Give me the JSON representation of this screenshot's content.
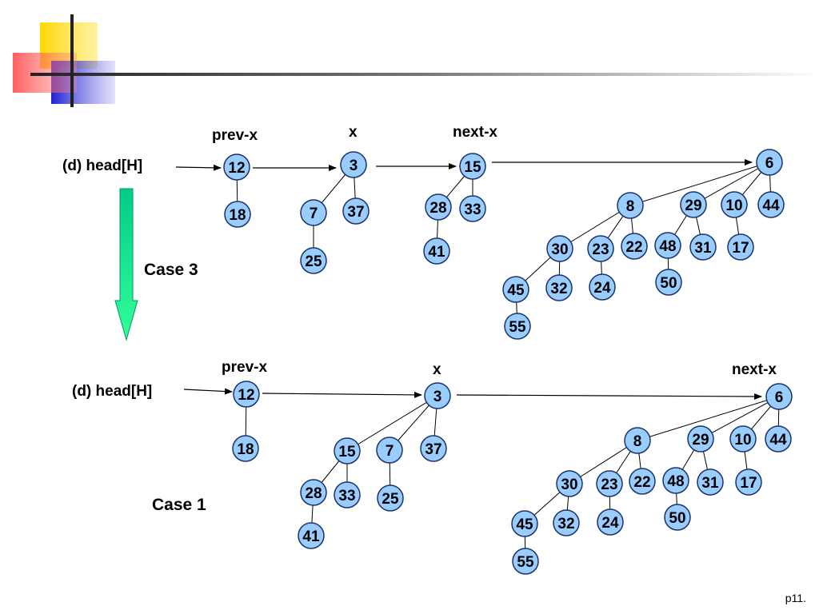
{
  "page_number": "p11.",
  "case3_label": "Case 3",
  "case1_label": "Case 1",
  "colors": {
    "node_fill": "#99ccff",
    "node_stroke": "#1a3366",
    "arrow": "#000000",
    "big_arrow_top": "#00cc88",
    "big_arrow_bottom": "#33ff99"
  },
  "panels": [
    {
      "head_label": "(d) head[H]",
      "labels": {
        "prev": "prev-x",
        "x": "x",
        "next": "next-x"
      },
      "roots": [
        "12",
        "3",
        "15",
        "6"
      ],
      "trees": [
        {
          "key": "12",
          "children": [
            {
              "key": "18",
              "children": []
            }
          ]
        },
        {
          "key": "3",
          "children": [
            {
              "key": "7",
              "children": [
                {
                  "key": "25",
                  "children": []
                }
              ]
            },
            {
              "key": "37",
              "children": []
            }
          ]
        },
        {
          "key": "15",
          "children": [
            {
              "key": "28",
              "children": [
                {
                  "key": "41",
                  "children": []
                }
              ]
            },
            {
              "key": "33",
              "children": []
            }
          ]
        },
        {
          "key": "6",
          "children": [
            {
              "key": "8",
              "children": [
                {
                  "key": "30",
                  "children": [
                    {
                      "key": "45",
                      "children": [
                        {
                          "key": "55",
                          "children": []
                        }
                      ]
                    },
                    {
                      "key": "32",
                      "children": []
                    }
                  ]
                },
                {
                  "key": "23",
                  "children": [
                    {
                      "key": "24",
                      "children": []
                    }
                  ]
                },
                {
                  "key": "22",
                  "children": []
                }
              ]
            },
            {
              "key": "29",
              "children": [
                {
                  "key": "48",
                  "children": [
                    {
                      "key": "50",
                      "children": []
                    }
                  ]
                },
                {
                  "key": "31",
                  "children": []
                }
              ]
            },
            {
              "key": "10",
              "children": [
                {
                  "key": "17",
                  "children": []
                }
              ]
            },
            {
              "key": "44",
              "children": []
            }
          ]
        }
      ]
    },
    {
      "head_label": "(d) head[H]",
      "labels": {
        "prev": "prev-x",
        "x": "x",
        "next": "next-x"
      },
      "roots": [
        "12",
        "3",
        "6"
      ],
      "trees": [
        {
          "key": "12",
          "children": [
            {
              "key": "18",
              "children": []
            }
          ]
        },
        {
          "key": "3",
          "children": [
            {
              "key": "15",
              "children": [
                {
                  "key": "28",
                  "children": [
                    {
                      "key": "41",
                      "children": []
                    }
                  ]
                },
                {
                  "key": "33",
                  "children": []
                }
              ]
            },
            {
              "key": "7",
              "children": [
                {
                  "key": "25",
                  "children": []
                }
              ]
            },
            {
              "key": "37",
              "children": []
            }
          ]
        },
        {
          "key": "6",
          "children": [
            {
              "key": "8",
              "children": [
                {
                  "key": "30",
                  "children": [
                    {
                      "key": "45",
                      "children": [
                        {
                          "key": "55",
                          "children": []
                        }
                      ]
                    },
                    {
                      "key": "32",
                      "children": []
                    }
                  ]
                },
                {
                  "key": "23",
                  "children": [
                    {
                      "key": "24",
                      "children": []
                    }
                  ]
                },
                {
                  "key": "22",
                  "children": []
                }
              ]
            },
            {
              "key": "29",
              "children": [
                {
                  "key": "48",
                  "children": [
                    {
                      "key": "50",
                      "children": []
                    }
                  ]
                },
                {
                  "key": "31",
                  "children": []
                }
              ]
            },
            {
              "key": "10",
              "children": [
                {
                  "key": "17",
                  "children": []
                }
              ]
            },
            {
              "key": "44",
              "children": []
            }
          ]
        }
      ]
    }
  ]
}
